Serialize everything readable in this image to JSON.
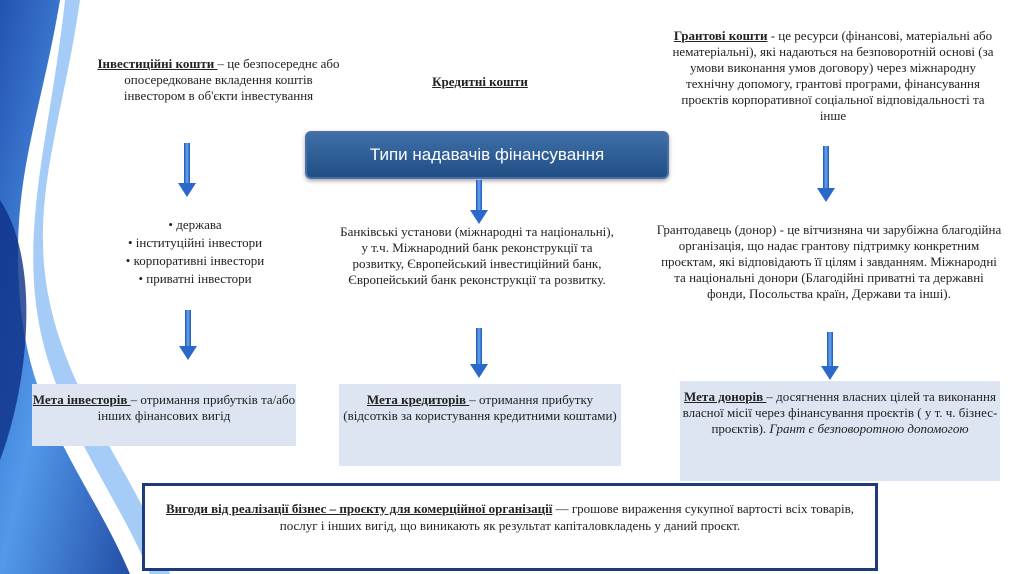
{
  "center_title": "Типи надавачів фінансування",
  "left": {
    "term": "Інвестиційні кошти ",
    "definition": "– це безпосереднє або опосередковане вкладення коштів інвестором в об'єкти інвестування",
    "items": [
      "держава",
      "інституційні інвестори",
      "корпоративні інвестори",
      "приватні інвестори"
    ],
    "goal_term": "Мета інвесторів ",
    "goal_text": "– отримання прибутків та/або інших фінансових вигід"
  },
  "middle": {
    "term": "Кредитні кошти",
    "description": "Банківські установи (міжнародні та національні), у т.ч. Міжнародний банк реконструкції та розвитку, Європейський інвестиційний банк, Європейський банк реконструкції та розвитку.",
    "goal_term": "Мета кредиторів ",
    "goal_text": "– отримання прибутку (відсотків за користування кредитними коштами)"
  },
  "right": {
    "term": "Грантові кошти",
    "definition": " - це ресурси (фінансові, матеріальні або нематеріальні), які надаються на безповоротній основі (за умови виконання умов договору) через міжнародну технічну допомогу, грантові програми, фінансування проєктів корпоративної соціальної відповідальності та інше",
    "description": "Грантодавець (донор) - це вітчизняна чи зарубіжна благодійна організація, що надає грантову підтримку конкретним проєктам, які відповідають її цілям і завданням. Міжнародні та національні донори (Благодійні приватні та державні фонди, Посольства країн, Держави та інші).",
    "goal_term": "Мета донорів ",
    "goal_text": "– досягнення власних цілей та виконання власної місії через фінансування проєктів ( у т. ч. бізнес-проєктів). ",
    "goal_italic": "Грант є безповоротною допомогою"
  },
  "bottom": {
    "term": "Вигоди від реалізації бізнес – проєкту для комерційної організації",
    "text": "  — грошове вираження сукупної вартості всіх товарів, послуг і інших вигід, що виникають як результат капіталовкладень у даний проєкт."
  },
  "colors": {
    "accent": "#2a5a98",
    "goal_bg": "#dce5f1",
    "bottom_border": "#1f3a7a"
  }
}
